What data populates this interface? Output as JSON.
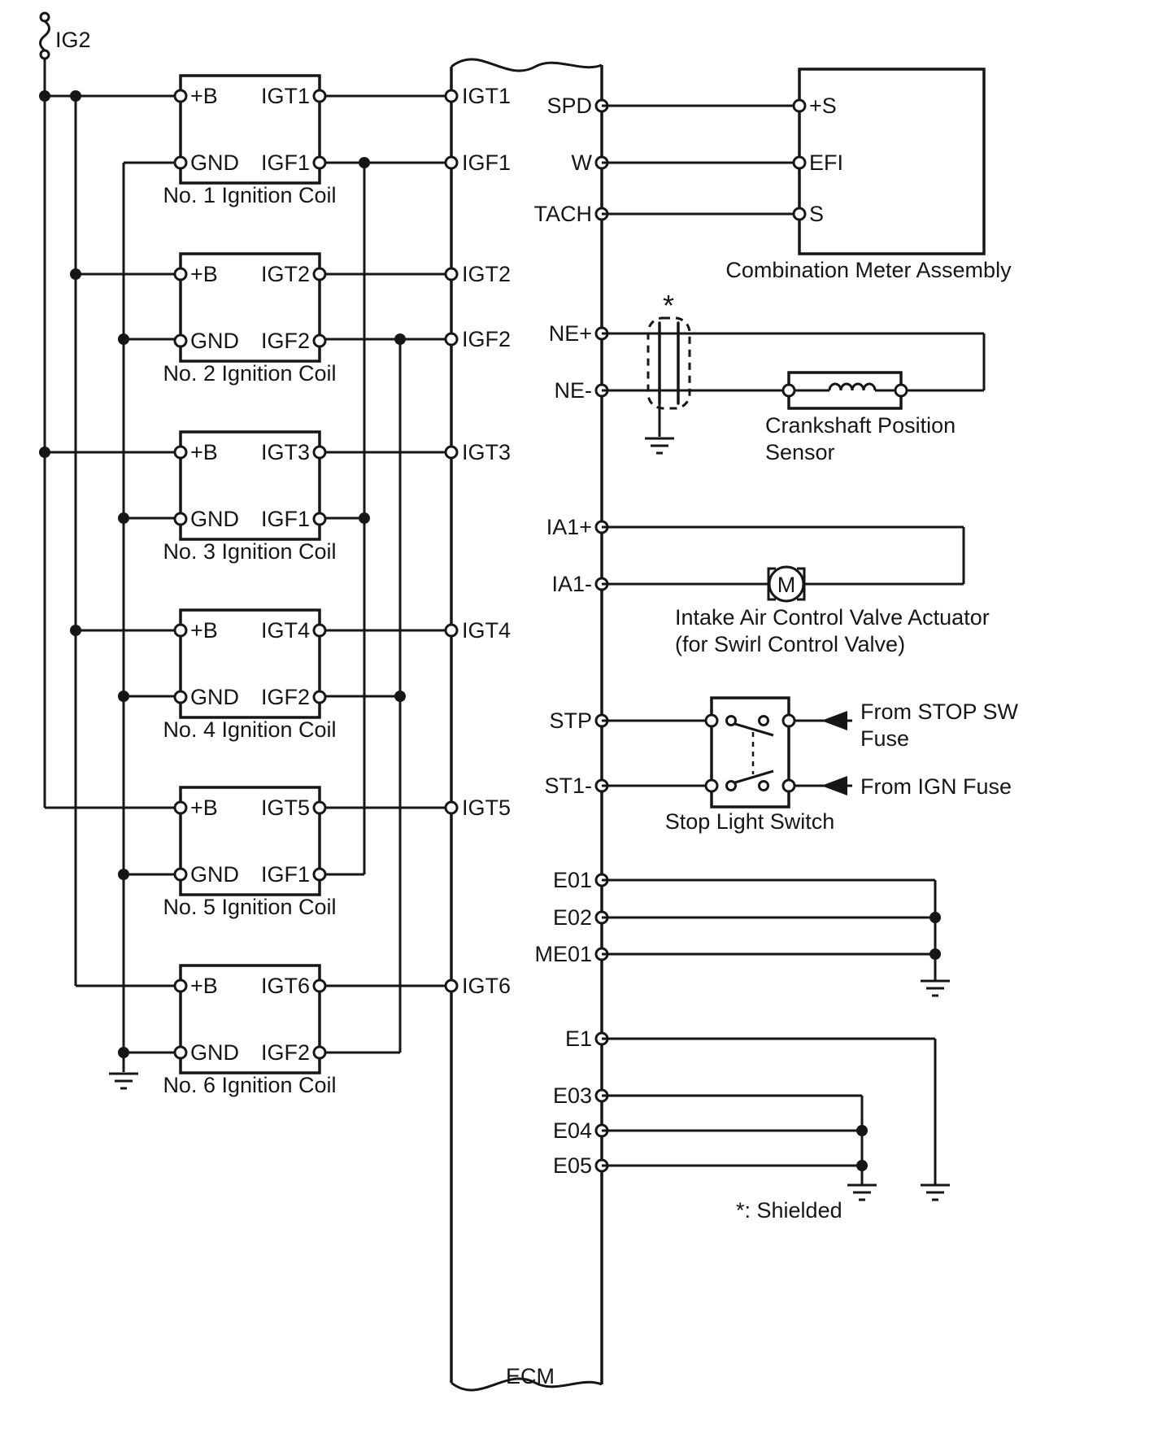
{
  "diagram": {
    "ig2": "IG2",
    "ecm": "ECM",
    "asterisk": "*",
    "shield_note": "*: Shielded",
    "coils": [
      {
        "pb": "+B",
        "gnd": "GND",
        "igt": "IGT1",
        "igf": "IGF1",
        "caption": "No. 1 Ignition Coil"
      },
      {
        "pb": "+B",
        "gnd": "GND",
        "igt": "IGT2",
        "igf": "IGF2",
        "caption": "No. 2 Ignition Coil"
      },
      {
        "pb": "+B",
        "gnd": "GND",
        "igt": "IGT3",
        "igf": "IGF1",
        "caption": "No. 3 Ignition Coil"
      },
      {
        "pb": "+B",
        "gnd": "GND",
        "igt": "IGT4",
        "igf": "IGF2",
        "caption": "No. 4 Ignition Coil"
      },
      {
        "pb": "+B",
        "gnd": "GND",
        "igt": "IGT5",
        "igf": "IGF1",
        "caption": "No. 5 Ignition Coil"
      },
      {
        "pb": "+B",
        "gnd": "GND",
        "igt": "IGT6",
        "igf": "IGF2",
        "caption": "No. 6 Ignition Coil"
      }
    ],
    "ecm_left_pins": [
      "IGT1",
      "IGF1",
      "IGT2",
      "IGF2",
      "IGT3",
      "IGT4",
      "IGT5",
      "IGT6"
    ],
    "ecm_right_pins": [
      "SPD",
      "W",
      "TACH",
      "NE+",
      "NE-",
      "IA1+",
      "IA1-",
      "STP",
      "ST1-",
      "E01",
      "E02",
      "ME01",
      "E1",
      "E03",
      "E04",
      "E05"
    ],
    "meter": {
      "pins": [
        "+S",
        "EFI",
        "S"
      ],
      "caption": "Combination Meter Assembly"
    },
    "crank_sensor": {
      "line1": "Crankshaft Position",
      "line2": "Sensor"
    },
    "iac": {
      "motor": "M",
      "line1": "Intake Air Control Valve Actuator",
      "line2": "(for Swirl Control Valve)"
    },
    "stop_switch": {
      "caption": "Stop Light Switch",
      "stop_line1": "From STOP SW",
      "stop_line2": "Fuse",
      "ign": "From IGN Fuse"
    }
  }
}
